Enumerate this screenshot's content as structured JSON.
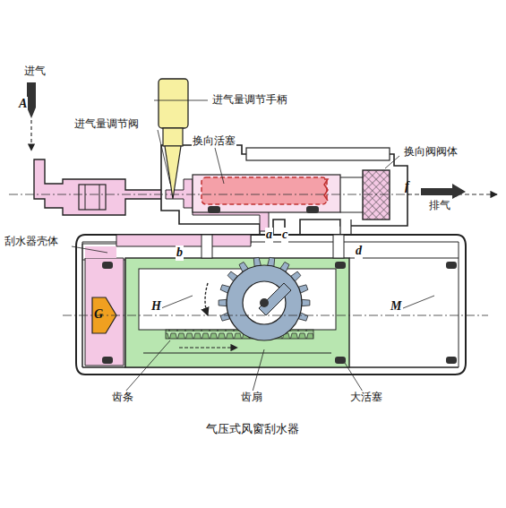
{
  "diagram": {
    "caption": "气压式风窗刮水器",
    "labels": [
      "进气",
      "A",
      "进气量调节手柄",
      "进气量调节阀",
      "换向活塞",
      "换向阀阀体",
      "f",
      "排气",
      "刮水器壳体",
      "a",
      "c",
      "b",
      "d",
      "G",
      "H",
      "M",
      "齿条",
      "齿扇",
      "大活塞"
    ]
  }
}
